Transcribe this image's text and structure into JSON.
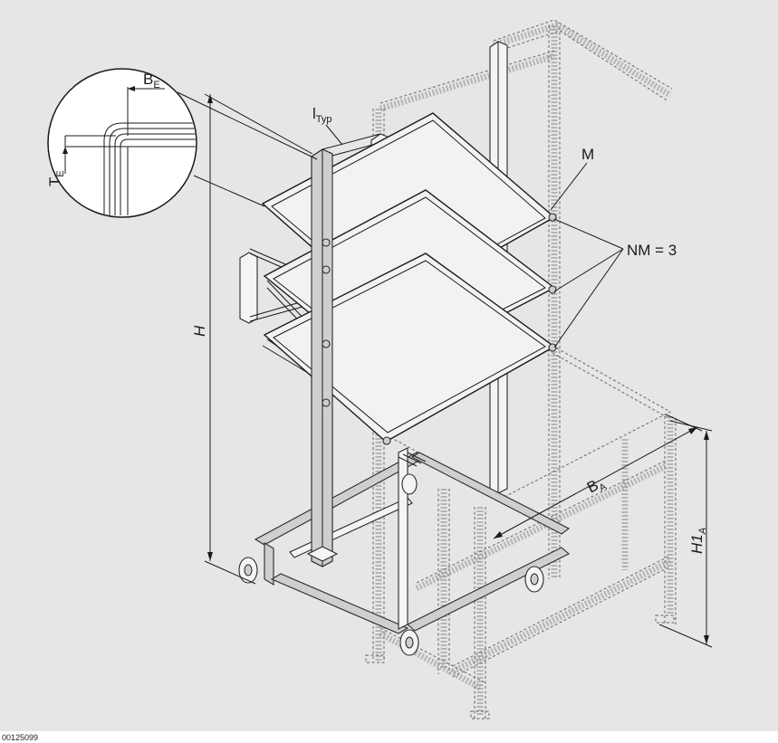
{
  "labels": {
    "be_main": "B",
    "be_sub": "E",
    "te_main": "T",
    "te_sub": "E",
    "ityp_main": "l",
    "ityp_sub": "Typ",
    "m": "M",
    "nm": "NM = 3",
    "h": "H",
    "ba_main": "B",
    "ba_sub": "A",
    "h1a_main": "H1",
    "h1a_sub": "A"
  },
  "drawing_code": "00125099"
}
